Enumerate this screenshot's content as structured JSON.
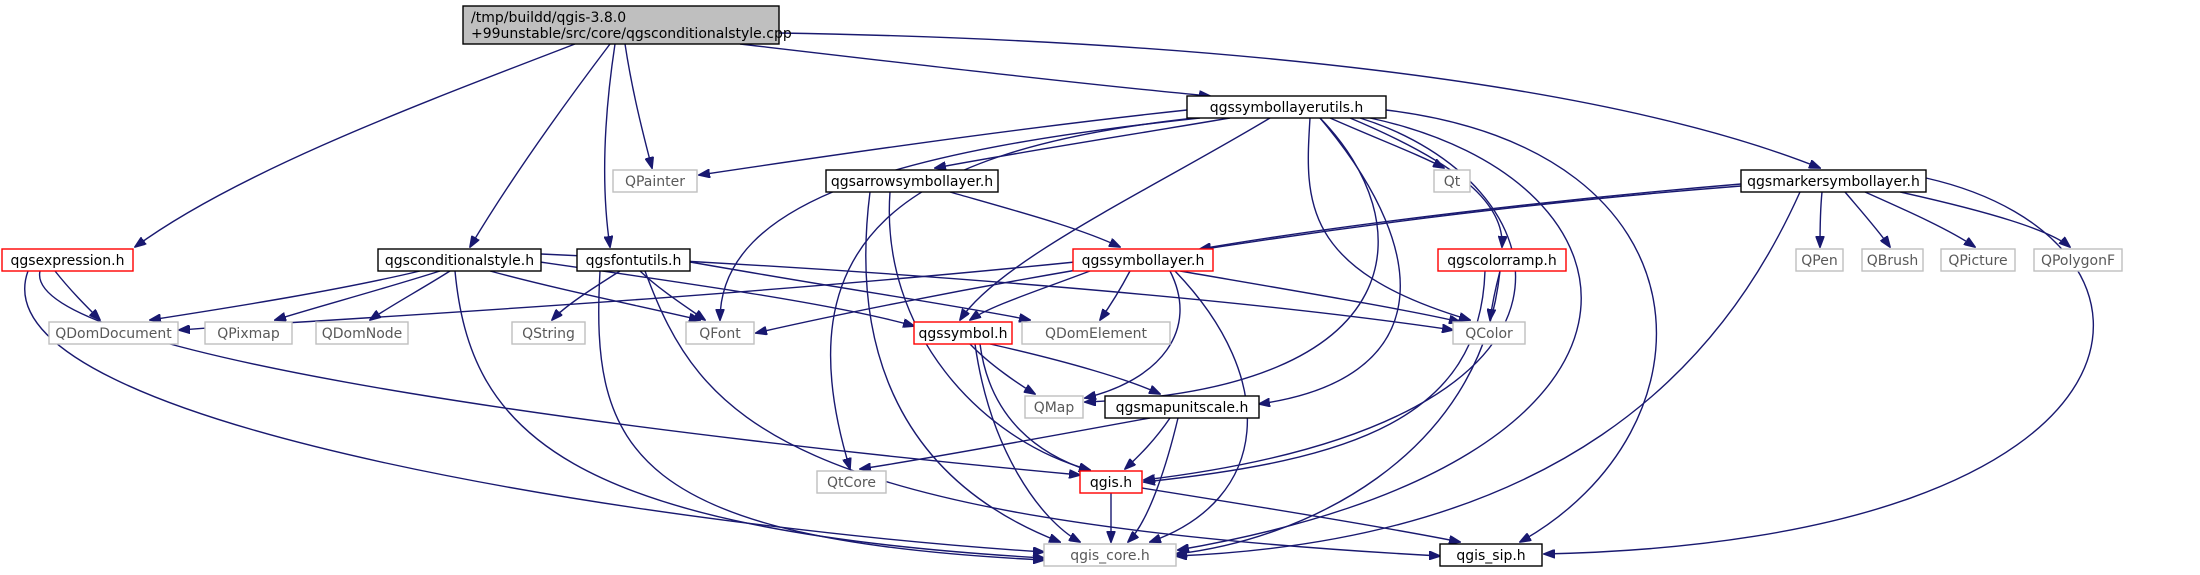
{
  "graph": {
    "colors": {
      "edge": "#191970",
      "root_fill": "#bfbfbf",
      "root_border": "#000000",
      "documented_border": "#000000",
      "truncated_border": "#ff0000",
      "external_border": "#bfbfbf",
      "external_text": "#595959",
      "text": "#000000"
    },
    "nodes": [
      {
        "id": "root",
        "lines": [
          "/tmp/buildd/qgis-3.8.0",
          "+99unstable/src/core/qgsconditionalstyle.cpp"
        ],
        "kind": "root"
      },
      {
        "id": "qgsexpression",
        "lines": [
          "qgsexpression.h"
        ],
        "kind": "truncated"
      },
      {
        "id": "qgsconditionalstyle",
        "lines": [
          "qgsconditionalstyle.h"
        ],
        "kind": "documented"
      },
      {
        "id": "qgsfontutils",
        "lines": [
          "qgsfontutils.h"
        ],
        "kind": "documented"
      },
      {
        "id": "qpainter",
        "lines": [
          "QPainter"
        ],
        "kind": "external"
      },
      {
        "id": "qgssymbollayerutils",
        "lines": [
          "qgssymbollayerutils.h"
        ],
        "kind": "documented"
      },
      {
        "id": "qgsmarkersymbollayer",
        "lines": [
          "qgsmarkersymbollayer.h"
        ],
        "kind": "documented"
      },
      {
        "id": "qgsarrowsymbollayer",
        "lines": [
          "qgsarrowsymbollayer.h"
        ],
        "kind": "documented"
      },
      {
        "id": "qgssymbollayer",
        "lines": [
          "qgssymbollayer.h"
        ],
        "kind": "truncated"
      },
      {
        "id": "qgscolorramp",
        "lines": [
          "qgscolorramp.h"
        ],
        "kind": "truncated"
      },
      {
        "id": "qt",
        "lines": [
          "Qt"
        ],
        "kind": "external"
      },
      {
        "id": "qpen",
        "lines": [
          "QPen"
        ],
        "kind": "external"
      },
      {
        "id": "qbrush",
        "lines": [
          "QBrush"
        ],
        "kind": "external"
      },
      {
        "id": "qpicture",
        "lines": [
          "QPicture"
        ],
        "kind": "external"
      },
      {
        "id": "qpolygonf",
        "lines": [
          "QPolygonF"
        ],
        "kind": "external"
      },
      {
        "id": "qdomdocument",
        "lines": [
          "QDomDocument"
        ],
        "kind": "external"
      },
      {
        "id": "qpixmap",
        "lines": [
          "QPixmap"
        ],
        "kind": "external"
      },
      {
        "id": "qdomnode",
        "lines": [
          "QDomNode"
        ],
        "kind": "external"
      },
      {
        "id": "qstring",
        "lines": [
          "QString"
        ],
        "kind": "external"
      },
      {
        "id": "qfont",
        "lines": [
          "QFont"
        ],
        "kind": "external"
      },
      {
        "id": "qgssymbol",
        "lines": [
          "qgssymbol.h"
        ],
        "kind": "truncated"
      },
      {
        "id": "qdomelement",
        "lines": [
          "QDomElement"
        ],
        "kind": "external"
      },
      {
        "id": "qcolor",
        "lines": [
          "QColor"
        ],
        "kind": "external"
      },
      {
        "id": "qmap",
        "lines": [
          "QMap"
        ],
        "kind": "external"
      },
      {
        "id": "qgsmapunitscale",
        "lines": [
          "qgsmapunitscale.h"
        ],
        "kind": "documented"
      },
      {
        "id": "qtcore",
        "lines": [
          "QtCore"
        ],
        "kind": "external"
      },
      {
        "id": "qgis",
        "lines": [
          "qgis.h"
        ],
        "kind": "truncated"
      },
      {
        "id": "qgis_core",
        "lines": [
          "qgis_core.h"
        ],
        "kind": "external"
      },
      {
        "id": "qgis_sip",
        "lines": [
          "qgis_sip.h"
        ],
        "kind": "documented"
      }
    ],
    "edges": [
      {
        "from": "root",
        "to": "qgsexpression"
      },
      {
        "from": "root",
        "to": "qgsconditionalstyle"
      },
      {
        "from": "root",
        "to": "qgsfontutils"
      },
      {
        "from": "root",
        "to": "qpainter"
      },
      {
        "from": "root",
        "to": "qgssymbollayerutils"
      },
      {
        "from": "root",
        "to": "qgsmarkersymbollayer"
      },
      {
        "from": "qgsexpression",
        "to": "qdomdocument"
      },
      {
        "from": "qgsexpression",
        "to": "qgis_core"
      },
      {
        "from": "qgsexpression",
        "to": "qgis"
      },
      {
        "from": "qgsconditionalstyle",
        "to": "qdomdocument"
      },
      {
        "from": "qgsconditionalstyle",
        "to": "qpixmap"
      },
      {
        "from": "qgsconditionalstyle",
        "to": "qdomnode"
      },
      {
        "from": "qgsconditionalstyle",
        "to": "qfont"
      },
      {
        "from": "qgsconditionalstyle",
        "to": "qgssymbol"
      },
      {
        "from": "qgsconditionalstyle",
        "to": "qcolor"
      },
      {
        "from": "qgsconditionalstyle",
        "to": "qgis_core"
      },
      {
        "from": "qgsfontutils",
        "to": "qstring"
      },
      {
        "from": "qgsfontutils",
        "to": "qfont"
      },
      {
        "from": "qgsfontutils",
        "to": "qdomelement"
      },
      {
        "from": "qgsfontutils",
        "to": "qgis_core"
      },
      {
        "from": "qgsfontutils",
        "to": "qgis_sip"
      },
      {
        "from": "qgssymbollayerutils",
        "to": "qpainter"
      },
      {
        "from": "qgssymbollayerutils",
        "to": "qgsarrowsymbollayer"
      },
      {
        "from": "qgssymbollayerutils",
        "to": "qfont"
      },
      {
        "from": "qgssymbollayerutils",
        "to": "qtcore"
      },
      {
        "from": "qgssymbollayerutils",
        "to": "qgssymbol"
      },
      {
        "from": "qgssymbollayerutils",
        "to": "qt"
      },
      {
        "from": "qgssymbollayerutils",
        "to": "qgscolorramp"
      },
      {
        "from": "qgssymbollayerutils",
        "to": "qcolor"
      },
      {
        "from": "qgssymbollayerutils",
        "to": "qmap"
      },
      {
        "from": "qgssymbollayerutils",
        "to": "qgsmapunitscale"
      },
      {
        "from": "qgssymbollayerutils",
        "to": "qgis"
      },
      {
        "from": "qgssymbollayerutils",
        "to": "qgis_core"
      },
      {
        "from": "qgssymbollayerutils",
        "to": "qgis_sip"
      },
      {
        "from": "qgsarrowsymbollayer",
        "to": "qgssymbollayer"
      },
      {
        "from": "qgsarrowsymbollayer",
        "to": "qgis"
      },
      {
        "from": "qgsarrowsymbollayer",
        "to": "qgis_core"
      },
      {
        "from": "qgsmarkersymbollayer",
        "to": "qgssymbollayer"
      },
      {
        "from": "qgsmarkersymbollayer",
        "to": "qfont"
      },
      {
        "from": "qgsmarkersymbollayer",
        "to": "qpen"
      },
      {
        "from": "qgsmarkersymbollayer",
        "to": "qbrush"
      },
      {
        "from": "qgsmarkersymbollayer",
        "to": "qpicture"
      },
      {
        "from": "qgsmarkersymbollayer",
        "to": "qpolygonf"
      },
      {
        "from": "qgsmarkersymbollayer",
        "to": "qgis_core"
      },
      {
        "from": "qgsmarkersymbollayer",
        "to": "qgis_sip"
      },
      {
        "from": "qgssymbollayer",
        "to": "qdomdocument"
      },
      {
        "from": "qgssymbollayer",
        "to": "qgssymbol"
      },
      {
        "from": "qgssymbollayer",
        "to": "qdomelement"
      },
      {
        "from": "qgssymbollayer",
        "to": "qcolor"
      },
      {
        "from": "qgssymbollayer",
        "to": "qmap"
      },
      {
        "from": "qgssymbollayer",
        "to": "qgis_core"
      },
      {
        "from": "qgscolorramp",
        "to": "qcolor"
      },
      {
        "from": "qgscolorramp",
        "to": "qgis"
      },
      {
        "from": "qgscolorramp",
        "to": "qgis_core"
      },
      {
        "from": "qgssymbol",
        "to": "qmap"
      },
      {
        "from": "qgssymbol",
        "to": "qgsmapunitscale"
      },
      {
        "from": "qgssymbol",
        "to": "qgis"
      },
      {
        "from": "qgssymbol",
        "to": "qgis_core"
      },
      {
        "from": "qgsmapunitscale",
        "to": "qtcore"
      },
      {
        "from": "qgsmapunitscale",
        "to": "qgis"
      },
      {
        "from": "qgsmapunitscale",
        "to": "qgis_core"
      },
      {
        "from": "qgis",
        "to": "qgis_core"
      },
      {
        "from": "qgis",
        "to": "qgis_sip"
      }
    ]
  }
}
